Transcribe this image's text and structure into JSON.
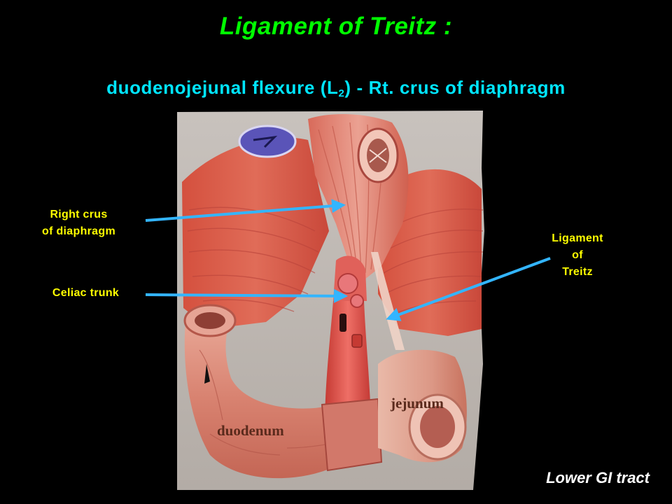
{
  "slide": {
    "title": "Ligament of Treitz :",
    "subtitle_before": "duodenojejunal flexure (L",
    "subtitle_sub": "2",
    "subtitle_after": ") - Rt. crus of diaphragm",
    "footer": "Lower GI tract"
  },
  "labels": {
    "right_crus_line1": "Right crus",
    "right_crus_line2": "of diaphragm",
    "celiac_trunk": "Celiac trunk",
    "treitz_line1": "Ligament",
    "treitz_line2": "of",
    "treitz_line3": "Treitz"
  },
  "illustration": {
    "jejunum_label": "jejunum",
    "duodenum_label": "duodenum"
  },
  "colors": {
    "title": "#00ff00",
    "subtitle": "#00e5ff",
    "labels": "#ffff00",
    "arrows": "#33b5ff",
    "footer": "#ffffff",
    "muscle": "#d85a48"
  }
}
